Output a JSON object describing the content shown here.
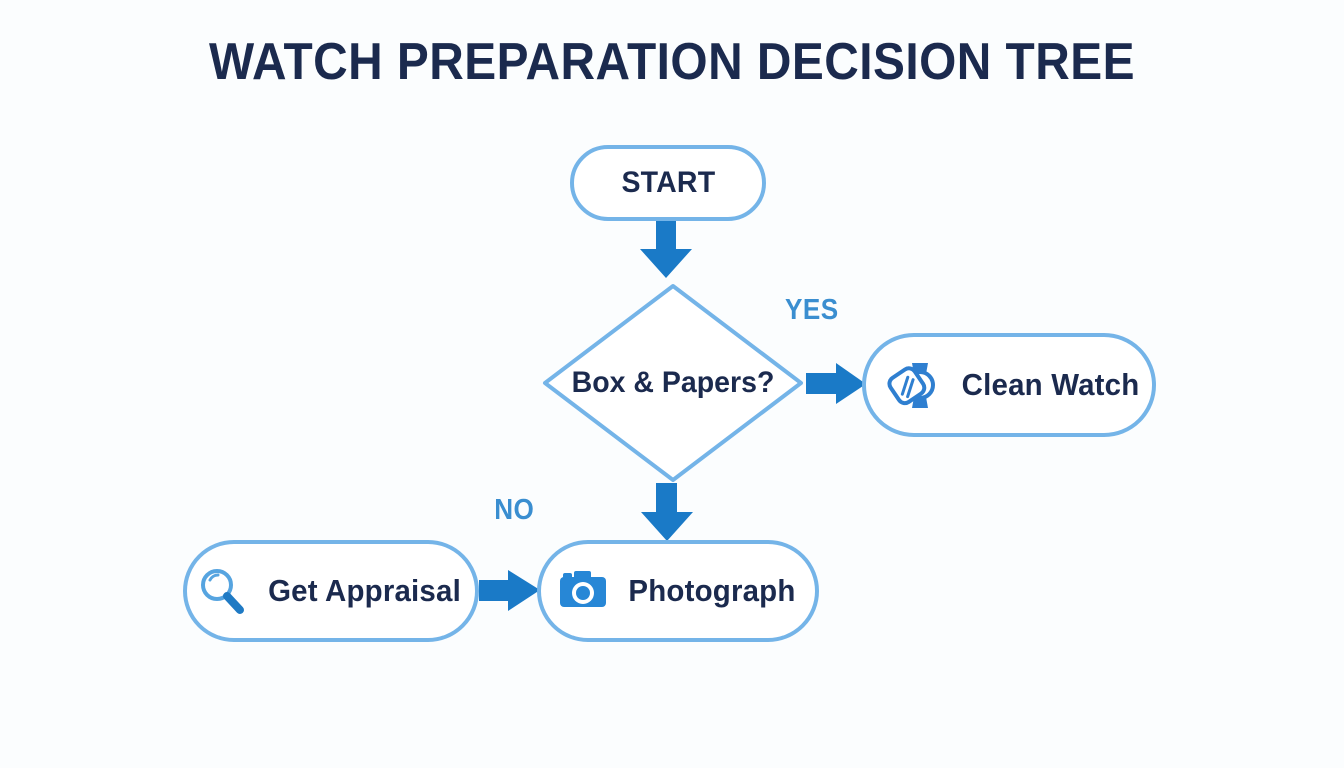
{
  "page": {
    "title": "WATCH PREPARATION DECISION TREE",
    "background_color": "#fbfdfe"
  },
  "theme": {
    "node_border": "#74b4e8",
    "node_fill": "#ffffff",
    "text_dark": "#1b2a4e",
    "accent_blue": "#1a7ac7",
    "label_blue": "#3a8ed0",
    "icon_blue": "#2787d6"
  },
  "diagram": {
    "type": "flowchart",
    "nodes": [
      {
        "id": "start",
        "label": "START",
        "shape": "pill",
        "icon": null
      },
      {
        "id": "decision",
        "label": "Box & Papers?",
        "shape": "diamond",
        "icon": null
      },
      {
        "id": "clean",
        "label": "Clean Watch",
        "shape": "pill",
        "icon": "watch-cleaning-icon"
      },
      {
        "id": "appraisal",
        "label": "Get Appraisal",
        "shape": "pill",
        "icon": "magnifying-glass-icon"
      },
      {
        "id": "photo",
        "label": "Photograph",
        "shape": "pill",
        "icon": "camera-icon"
      }
    ],
    "edges": [
      {
        "from": "start",
        "to": "decision",
        "label": "",
        "direction": "down"
      },
      {
        "from": "decision",
        "to": "clean",
        "label": "YES",
        "direction": "right"
      },
      {
        "from": "decision",
        "to": "photo",
        "label": "NO",
        "direction": "down"
      },
      {
        "from": "appraisal",
        "to": "photo",
        "label": "",
        "direction": "right"
      }
    ],
    "labels": {
      "yes": "YES",
      "no": "NO"
    }
  }
}
